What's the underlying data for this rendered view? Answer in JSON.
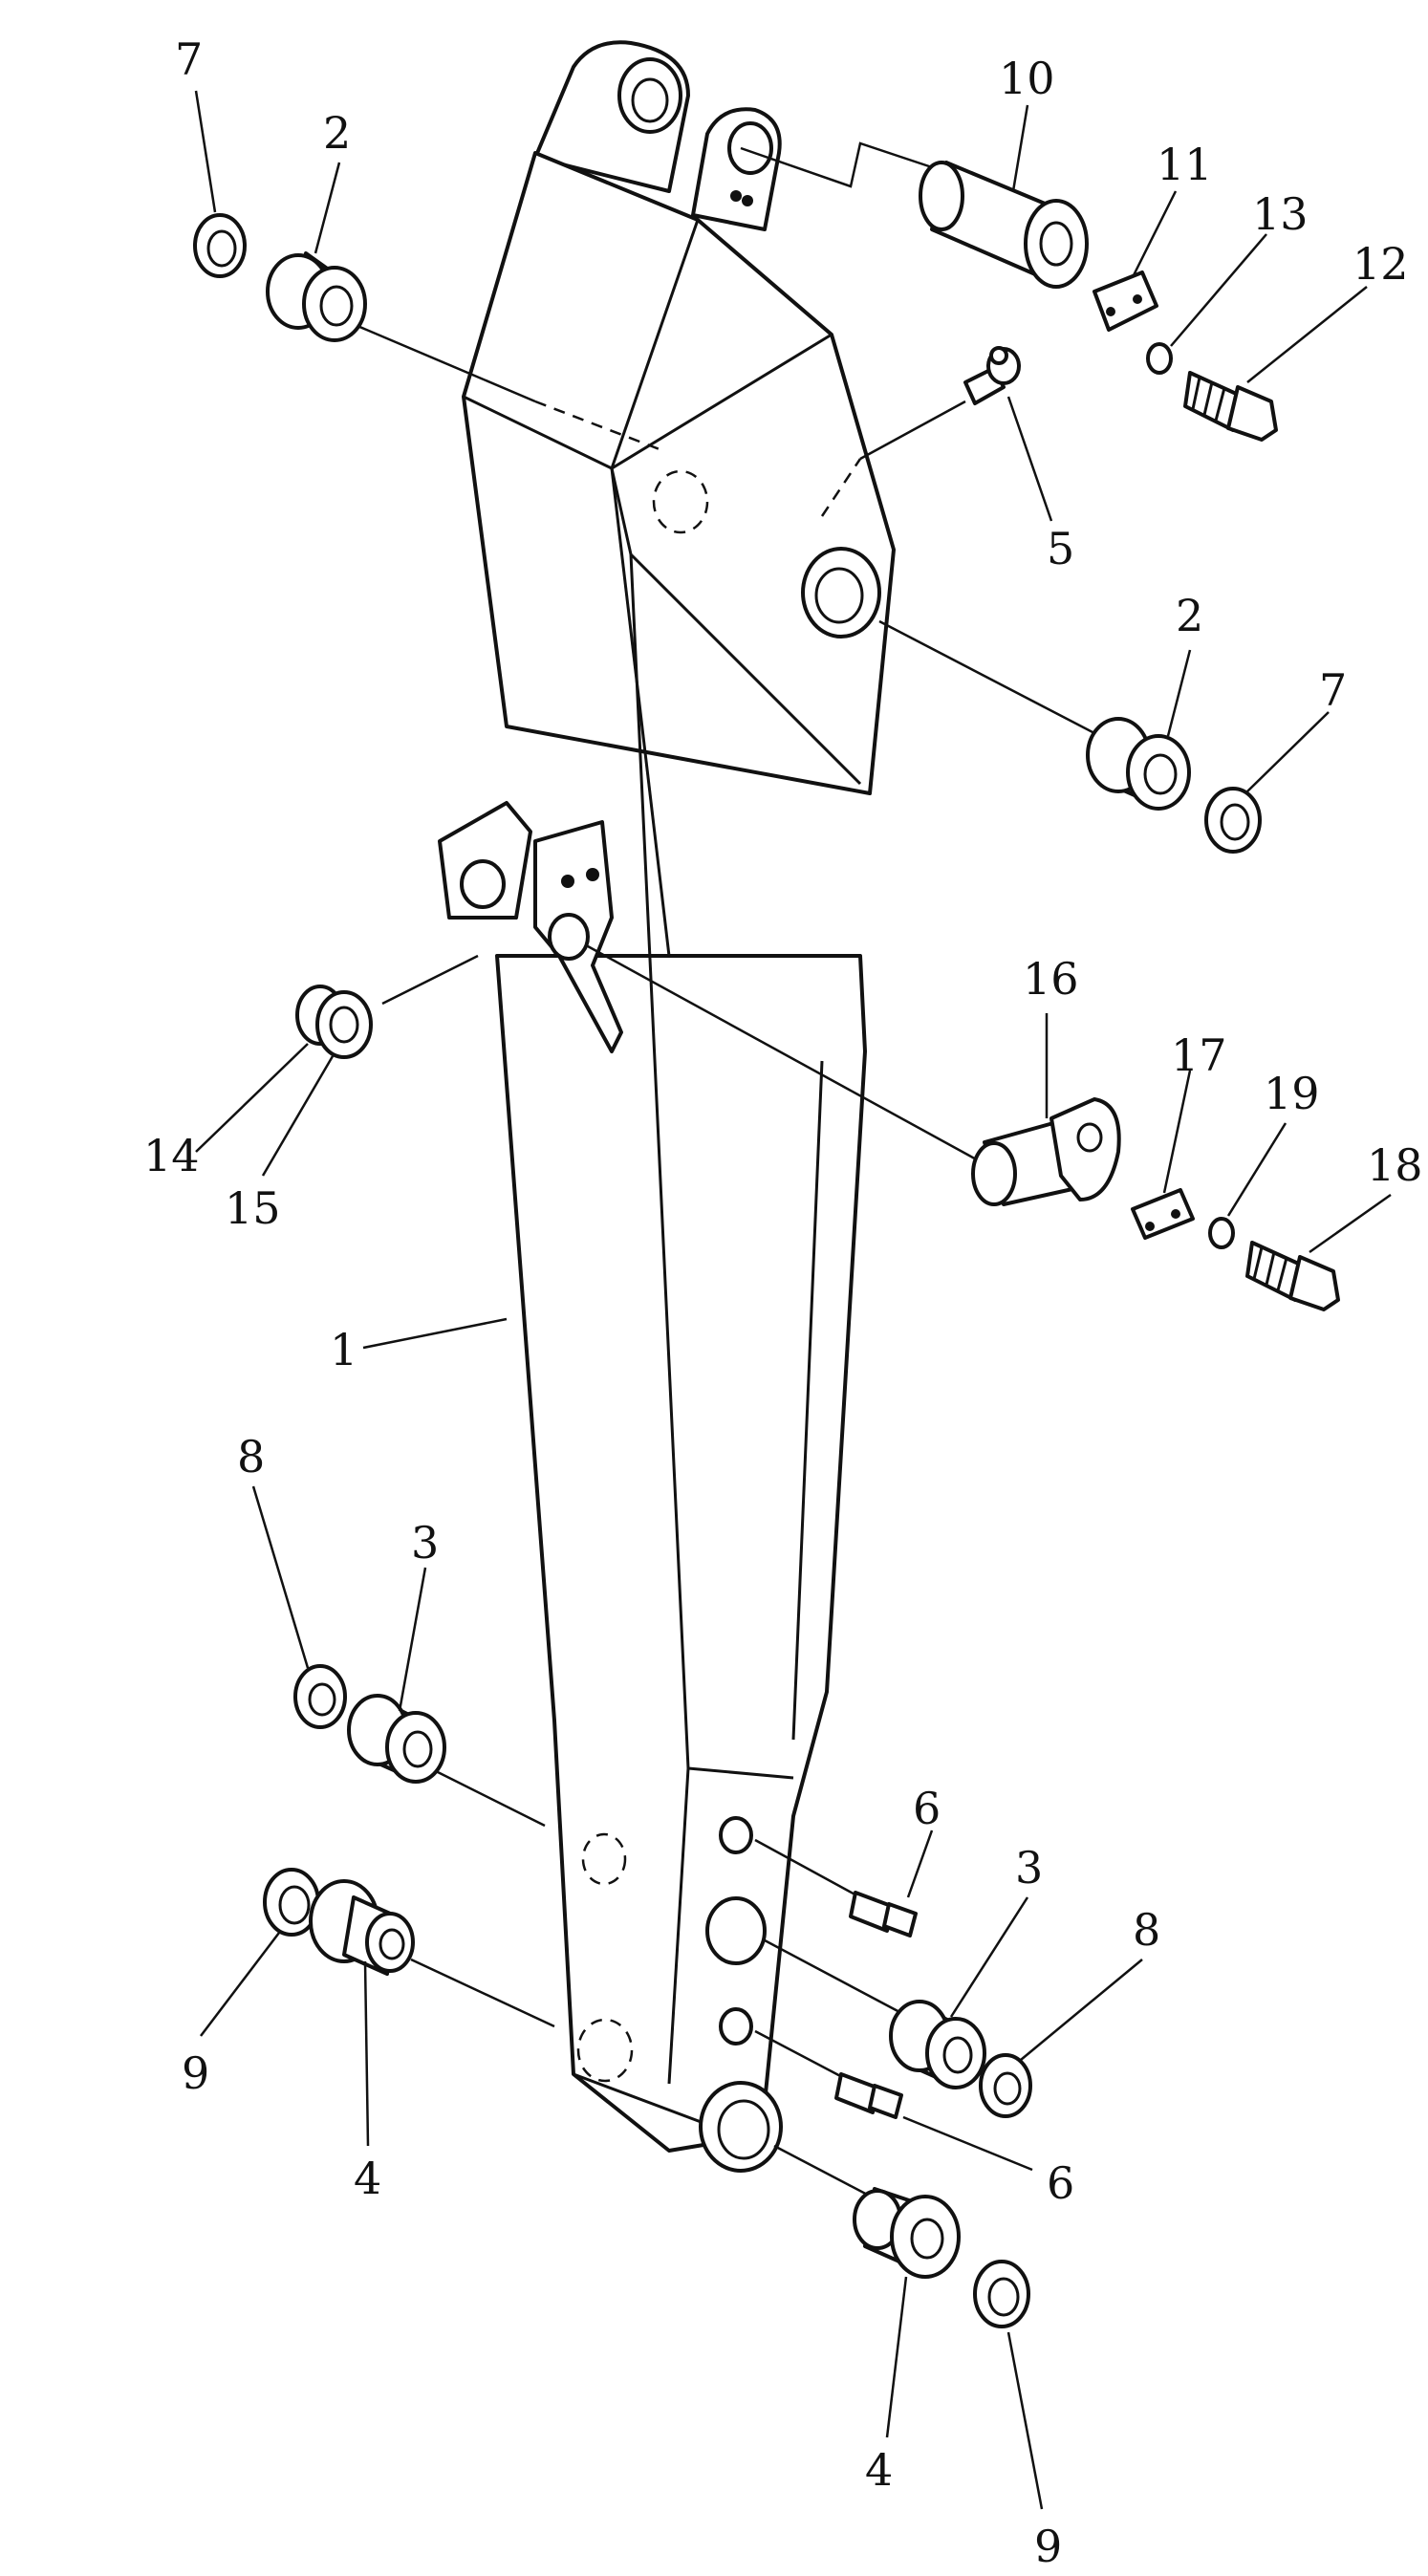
{
  "callouts": [
    {
      "id": "c1",
      "label": "1"
    },
    {
      "id": "c2a",
      "label": "2"
    },
    {
      "id": "c2b",
      "label": "2"
    },
    {
      "id": "c3a",
      "label": "3"
    },
    {
      "id": "c3b",
      "label": "3"
    },
    {
      "id": "c4a",
      "label": "4"
    },
    {
      "id": "c4b",
      "label": "4"
    },
    {
      "id": "c5",
      "label": "5"
    },
    {
      "id": "c6a",
      "label": "6"
    },
    {
      "id": "c6b",
      "label": "6"
    },
    {
      "id": "c7a",
      "label": "7"
    },
    {
      "id": "c7b",
      "label": "7"
    },
    {
      "id": "c8a",
      "label": "8"
    },
    {
      "id": "c8b",
      "label": "8"
    },
    {
      "id": "c9a",
      "label": "9"
    },
    {
      "id": "c9b",
      "label": "9"
    },
    {
      "id": "c10",
      "label": "10"
    },
    {
      "id": "c11",
      "label": "11"
    },
    {
      "id": "c12",
      "label": "12"
    },
    {
      "id": "c13",
      "label": "13"
    },
    {
      "id": "c14",
      "label": "14"
    },
    {
      "id": "c15",
      "label": "15"
    },
    {
      "id": "c16",
      "label": "16"
    },
    {
      "id": "c17",
      "label": "17"
    },
    {
      "id": "c18",
      "label": "18"
    },
    {
      "id": "c19",
      "label": "19"
    }
  ]
}
